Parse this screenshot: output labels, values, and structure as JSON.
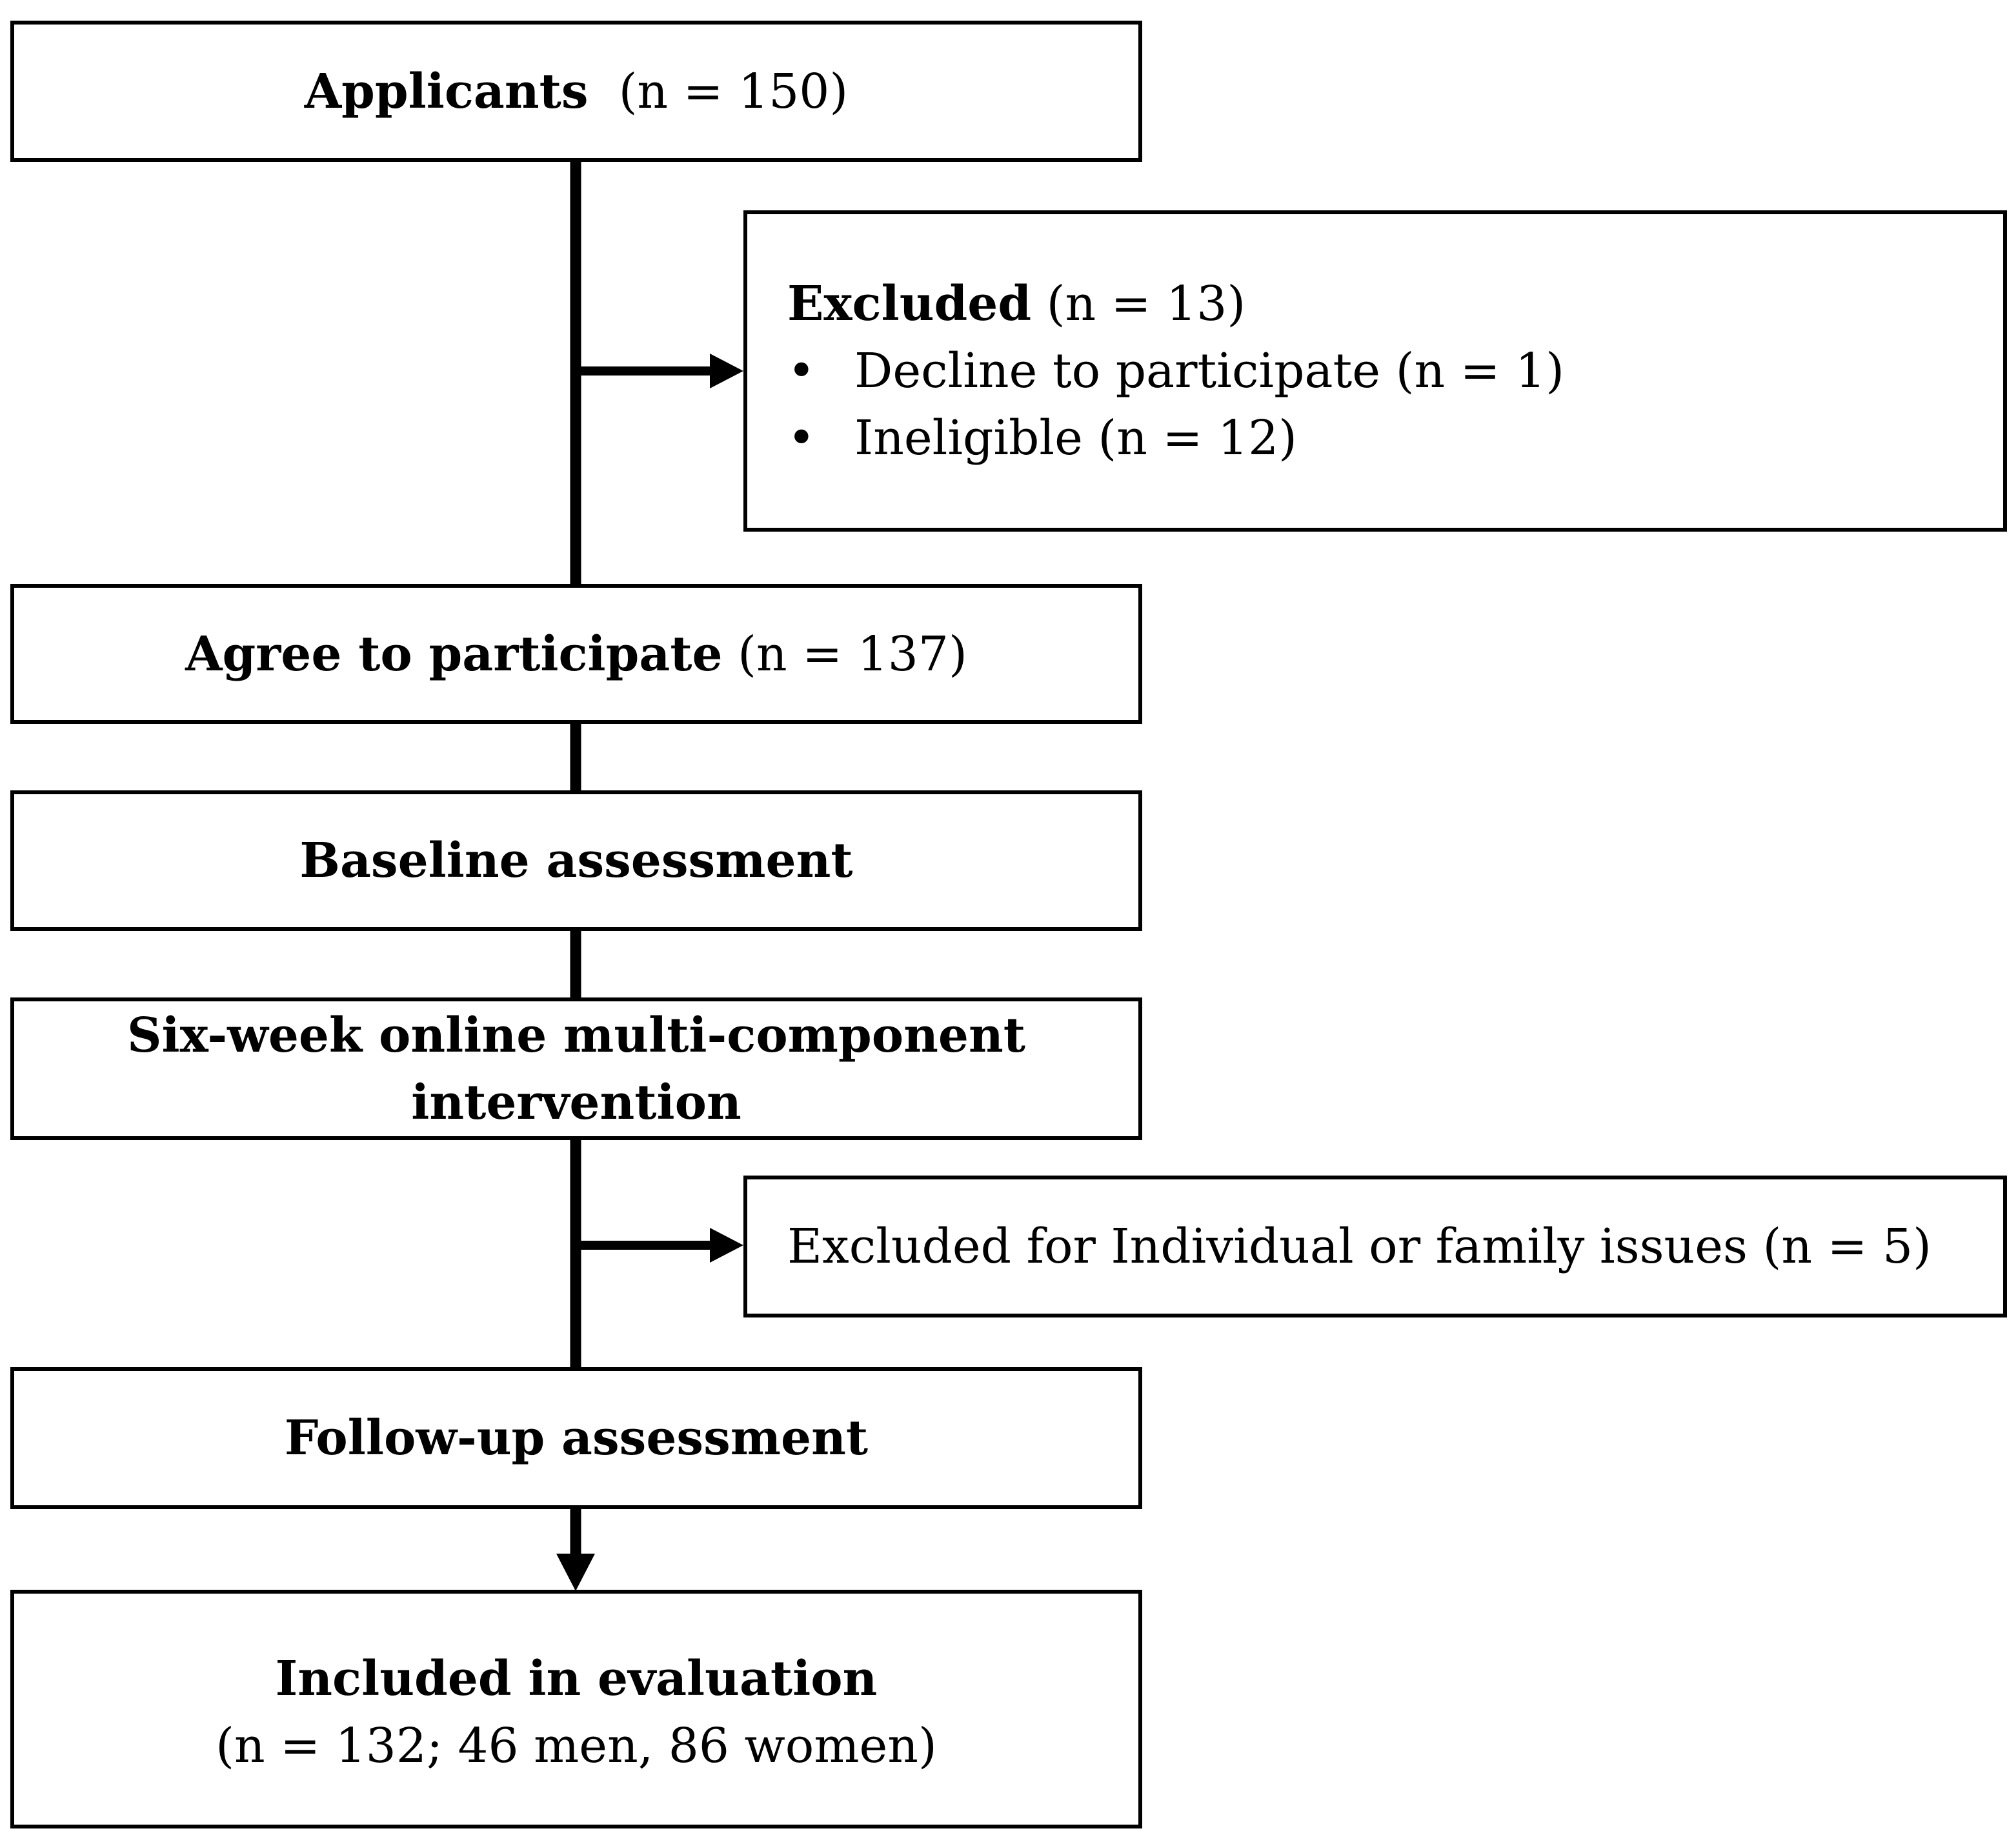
{
  "applicants": {
    "label": "Applicants",
    "count": "(n = 150)"
  },
  "excluded": {
    "label": "Excluded",
    "count": "(n = 13)",
    "reasons": [
      {
        "bullet": "•",
        "text": "Decline to participate (n = 1)"
      },
      {
        "bullet": "•",
        "text": "Ineligible (n = 12)"
      }
    ]
  },
  "agree": {
    "label": "Agree to participate",
    "count": "(n = 137)"
  },
  "baseline": {
    "label": "Baseline assessment"
  },
  "intervention": {
    "line1": "Six-week online multi-component",
    "line2": "intervention"
  },
  "excluded_followup": {
    "text": "Excluded for Individual or family issues (n = 5)"
  },
  "followup": {
    "label": "Follow-up assessment"
  },
  "included": {
    "label": "Included in evaluation",
    "detail": "(n = 132; 46 men, 86 women)"
  }
}
